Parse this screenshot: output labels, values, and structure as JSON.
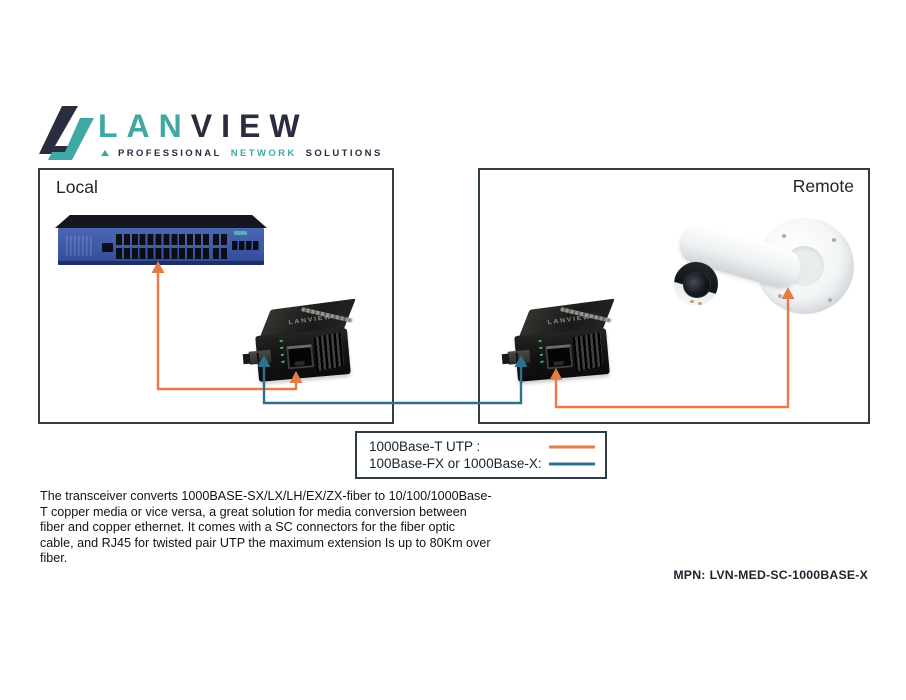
{
  "logo": {
    "brand_primary": "LAN",
    "brand_secondary": "VIEW",
    "tagline_professional": "PROFESSIONAL",
    "tagline_network": "NETWORK",
    "tagline_solutions": "SOLUTIONS",
    "teal": "#3FA8A3",
    "navy": "#292D3F"
  },
  "diagram": {
    "local_label": "Local",
    "remote_label": "Remote",
    "converter_brand": "LANVIEW",
    "colors": {
      "utp_orange": "#E87B45",
      "fiber_blue": "#2F708D",
      "box_border": "#2E3C45"
    }
  },
  "legend": {
    "rows": [
      {
        "label": "1000Base-T UTP :",
        "color": "#E87B45"
      },
      {
        "label": "100Base-FX or 1000Base-X:",
        "color": "#2F708D"
      }
    ]
  },
  "description": "The transceiver converts 1000BASE-SX/LX/LH/EX/ZX-fiber to 10/100/1000Base-T copper media or vice versa, a great solution for media conversion between fiber and copper ethernet. It comes with a SC connectors for the fiber optic cable, and RJ45 for twisted pair UTP the maximum extension Is up to 80Km over fiber.",
  "footer": {
    "mpn_label": "MPN:",
    "mpn_value": "LVN-MED-SC-1000BASE-X"
  }
}
